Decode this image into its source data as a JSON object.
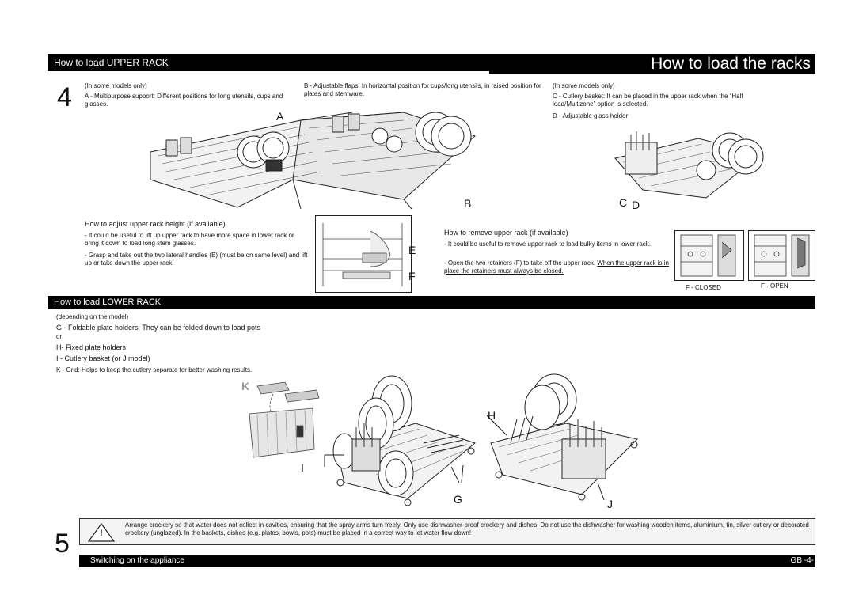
{
  "upper": {
    "header": "How to load UPPER RACK",
    "title": "How to load the racks",
    "step": "4",
    "a_note": "(In some models only)",
    "a_text": "A - Multipurpose support: Different positions for long utensils, cups and glasses.",
    "b_text": "B - Adjustable flaps: In horizontal position for cups/long utensils, in raised position for plates and stemware.",
    "c_note": "(In some models only)",
    "c_text": "C - Cutlery basket: It can be placed in the upper rack when the “Half load/Multizone” option is selected.",
    "d_text": "D - Adjustable glass holder",
    "labels": {
      "a": "A",
      "b": "B",
      "c": "C",
      "d": "D",
      "e": "E",
      "f": "F"
    },
    "height_title": "How to adjust upper rack height (if available)",
    "height_p1": "- It could be useful to lift up upper rack to have more space in lower rack or bring it down to load long stem glasses.",
    "height_p2": "- Grasp and take out the two lateral handles (E) (must be on same level) and lift up or take down the upper rack.",
    "remove_title": "How to remove upper rack (if available)",
    "remove_p1": "- It could be useful to remove upper rack to load bulky items in lower rack.",
    "remove_p2a": "- Open the two retainers (F) to take off the upper rack. ",
    "remove_p2b": "When the upper rack is in place the retainers must always be closed.",
    "f_closed": "F - CLOSED",
    "f_open": "F - OPEN"
  },
  "lower": {
    "header": "How to load LOWER RACK",
    "note": "(depending on the model)",
    "g_text": "G - Foldable plate holders: They can be folded down to load pots",
    "or": "or",
    "h_text": "H- Fixed plate holders",
    "i_text": "I - Cutlery basket (or J model)",
    "k_text": "K - Grid: Helps to keep the cutlery separate for better washing results.",
    "labels": {
      "k": "K",
      "h": "H",
      "i": "I",
      "g": "G",
      "j": "J"
    }
  },
  "warning": {
    "step": "5",
    "symbol": "!",
    "text": "Arrange crockery so that water does not collect in cavities, ensuring that the spray arms turn freely. Only use dishwasher-proof crockery and dishes. Do not use the dishwasher for washing wooden items, aluminium, tin, silver cutlery or decorated crockery (unglazed). In the baskets, dishes (e.g. plates, bowls, pots) must be placed in a correct way to let water flow down!"
  },
  "footer": {
    "section": "Switching on the appliance",
    "page": "GB -4-"
  }
}
